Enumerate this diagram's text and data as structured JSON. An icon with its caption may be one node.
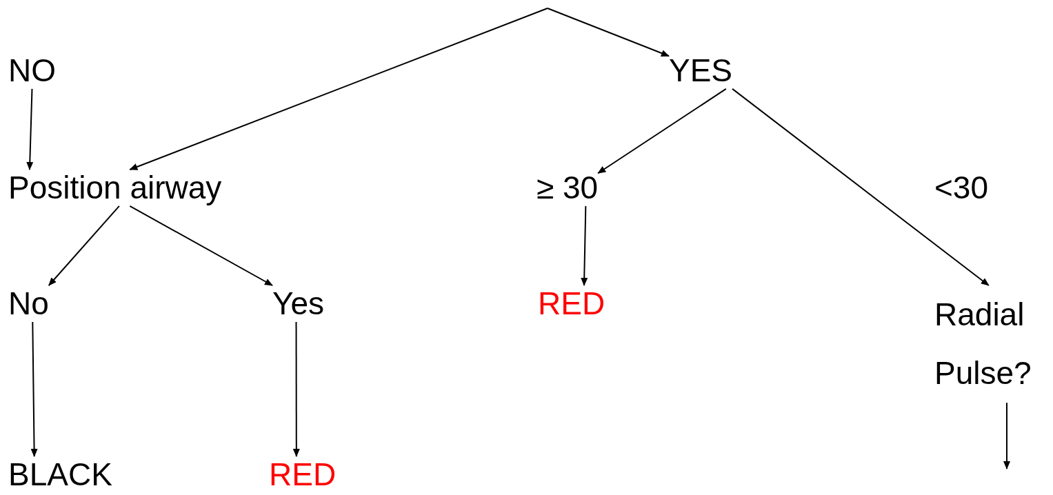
{
  "diagram": {
    "nodes": [
      {
        "text": [
          "NO"
        ]
      },
      {
        "text": [
          "YES"
        ]
      },
      {
        "text": [
          "Position airway"
        ]
      },
      {
        "text": [
          "≥ 30"
        ]
      },
      {
        "text": [
          "No"
        ]
      },
      {
        "text": [
          "Yes"
        ]
      },
      {
        "text": [
          "RED"
        ]
      },
      {
        "text": [
          "Radial Pulse?"
        ]
      },
      {
        "text": [
          "BLACK"
        ]
      },
      {
        "text": [
          "RED"
        ]
      }
    ],
    "edges": [
      {
        "from": null,
        "to": 1,
        "arrow": "to"
      },
      {
        "from": null,
        "to": 2,
        "arrow": "to"
      },
      {
        "from": 0,
        "to": 2,
        "arrow": "to"
      },
      {
        "from": 2,
        "to": 4,
        "arrow": "to"
      },
      {
        "from": 2,
        "to": 5,
        "arrow": "to"
      },
      {
        "from": 4,
        "to": 8,
        "arrow": "to"
      },
      {
        "from": 5,
        "to": 9,
        "arrow": "to"
      },
      {
        "from": 1,
        "to": 3,
        "arrow": "to"
      },
      {
        "from": 1,
        "to": 7,
        "arrow": "to"
      },
      {
        "from": 3,
        "to": 6,
        "arrow": "to"
      },
      {
        "from": 7,
        "to": null,
        "arrow": "to"
      }
    ],
    "labels": [
      "<30"
    ]
  }
}
